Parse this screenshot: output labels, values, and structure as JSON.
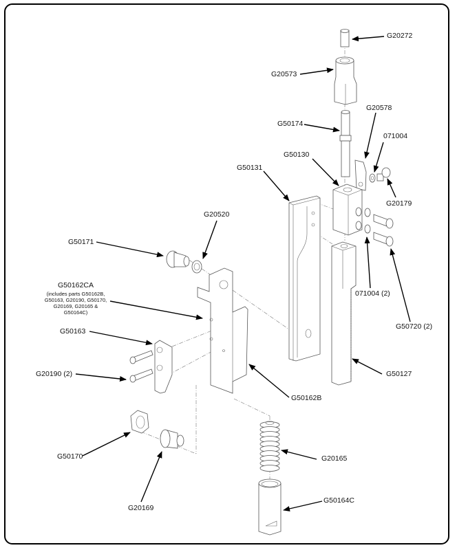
{
  "diagram": {
    "type": "exploded-parts-view",
    "parts": [
      {
        "id": "g20272",
        "label": "G20272"
      },
      {
        "id": "g20573",
        "label": "G20573"
      },
      {
        "id": "g20578",
        "label": "G20578"
      },
      {
        "id": "g50174",
        "label": "G50174"
      },
      {
        "id": "071004a",
        "label": "071004"
      },
      {
        "id": "g50130",
        "label": "G50130"
      },
      {
        "id": "g50131",
        "label": "G50131"
      },
      {
        "id": "g20179",
        "label": "G20179"
      },
      {
        "id": "g20520",
        "label": "G20520"
      },
      {
        "id": "g50171",
        "label": "G50171"
      },
      {
        "id": "071004b",
        "label": "071004 (2)"
      },
      {
        "id": "g50720",
        "label": "G50720 (2)"
      },
      {
        "id": "g50162ca",
        "label": "G50162CA",
        "note": [
          "(includes parts G50162B,",
          "G50163, G20190, G50170,",
          "G20169, G20165 &",
          "G50164C)"
        ]
      },
      {
        "id": "g50163",
        "label": "G50163"
      },
      {
        "id": "g20190",
        "label": "G20190 (2)"
      },
      {
        "id": "g50127",
        "label": "G50127"
      },
      {
        "id": "g50162b",
        "label": "G50162B"
      },
      {
        "id": "g50170",
        "label": "G50170"
      },
      {
        "id": "g20165",
        "label": "G20165"
      },
      {
        "id": "g20169",
        "label": "G20169"
      },
      {
        "id": "g50164c",
        "label": "G50164C"
      }
    ]
  }
}
